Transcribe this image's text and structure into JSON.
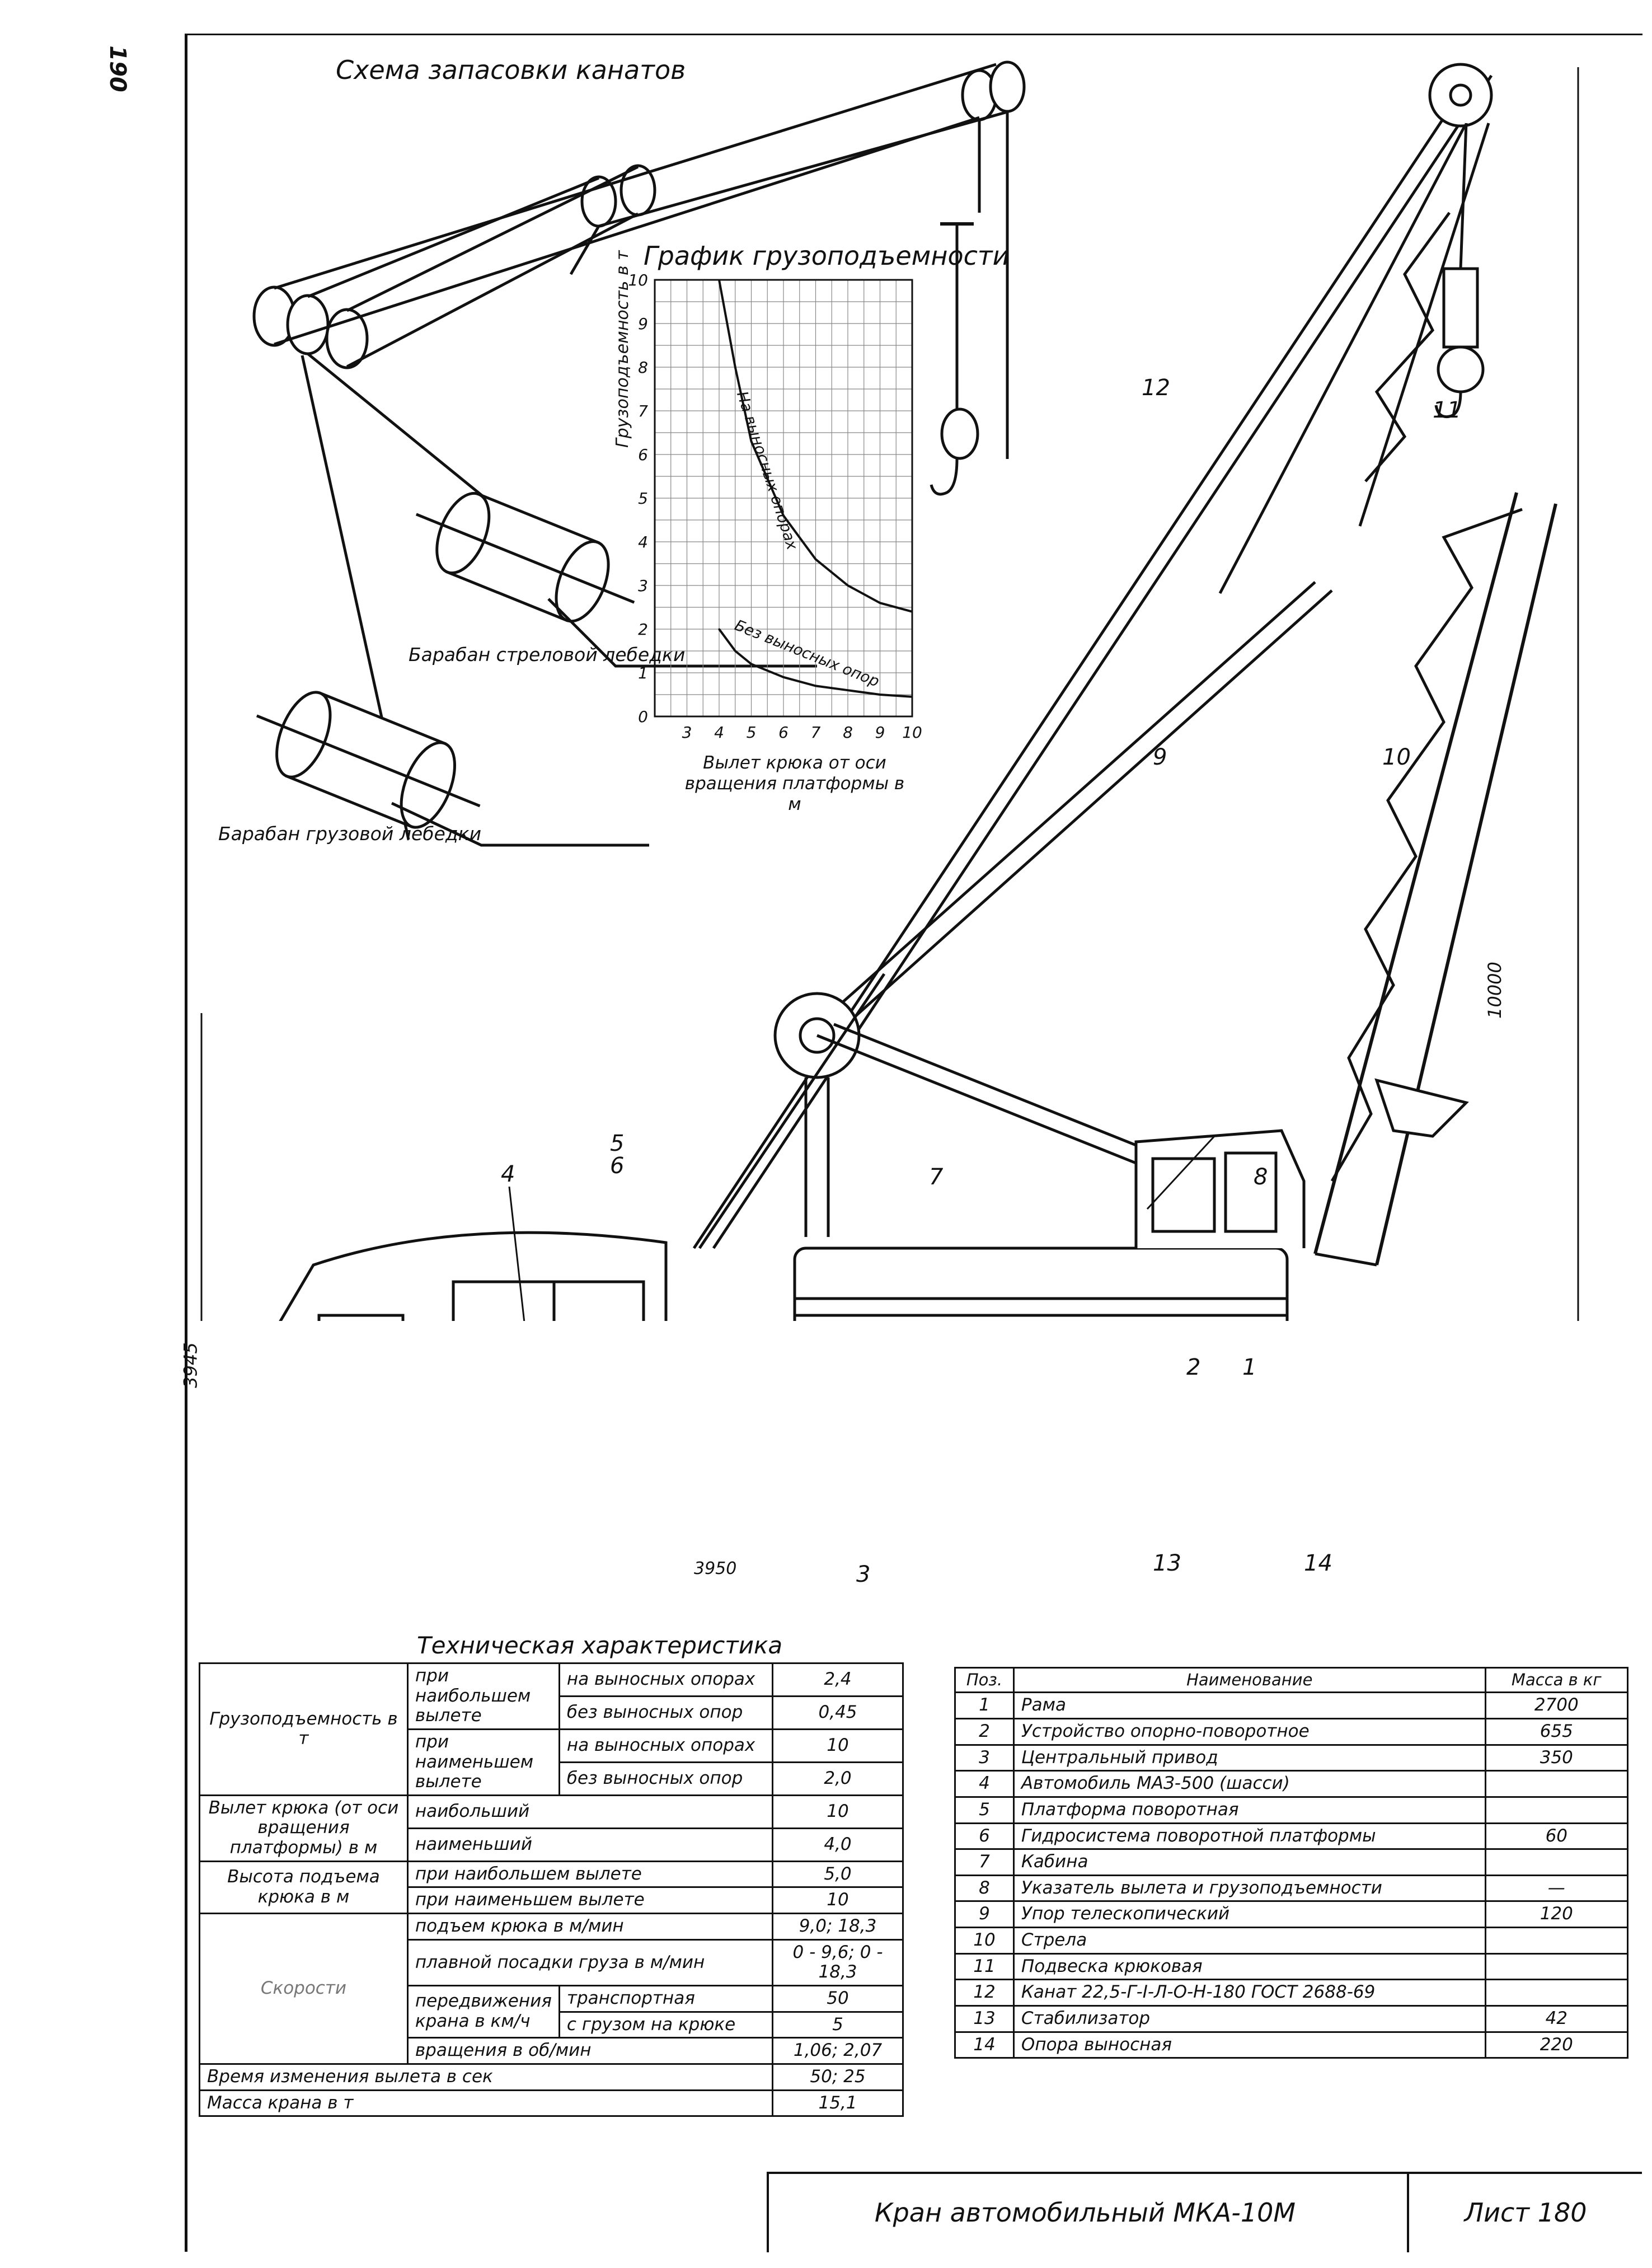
{
  "page_number_rotated": "190",
  "sheet_title": "Кран автомобильный МКА-10М",
  "sheet_label": "Лист 180",
  "reeving": {
    "title": "Схема запасовки канатов",
    "boom_drum_label": "Барабан стреловой лебедки",
    "load_drum_label": "Барабан грузовой лебедки"
  },
  "dimensions": {
    "height_total": "10000",
    "height_truck": "3945",
    "wheelbase": "3950"
  },
  "callouts": {
    "c1": "1",
    "c2": "2",
    "c3": "3",
    "c4": "4",
    "c5": "5",
    "c6": "6",
    "c7": "7",
    "c8": "8",
    "c9": "9",
    "c10": "10",
    "c11": "11",
    "c12": "12",
    "c13": "13",
    "c14": "14"
  },
  "chart_data": {
    "type": "line",
    "title": "График грузоподъемности",
    "xlabel": "Вылет крюка от оси вращения платформы в м",
    "ylabel": "Грузоподъемность в т",
    "xlim": [
      2,
      10
    ],
    "ylim": [
      0,
      10
    ],
    "x_ticks": [
      "3",
      "4",
      "5",
      "6",
      "7",
      "8",
      "9",
      "10"
    ],
    "y_ticks": [
      "0",
      "1",
      "2",
      "3",
      "4",
      "5",
      "6",
      "7",
      "8",
      "9",
      "10"
    ],
    "grid": true,
    "series": [
      {
        "name": "На выносных опорах",
        "x": [
          4.0,
          4.5,
          5.0,
          6.0,
          7.0,
          8.0,
          9.0,
          10.0
        ],
        "y": [
          10.0,
          8.0,
          6.3,
          4.6,
          3.6,
          3.0,
          2.6,
          2.4
        ]
      },
      {
        "name": "Без выносных опор",
        "x": [
          4.0,
          4.5,
          5.0,
          6.0,
          7.0,
          8.0,
          9.0,
          10.0
        ],
        "y": [
          2.0,
          1.5,
          1.2,
          0.9,
          0.7,
          0.6,
          0.5,
          0.45
        ]
      }
    ]
  },
  "tech": {
    "title": "Техническая характеристика",
    "capacity": "Грузоподъемность в т",
    "at_max_reach": "при наибольшем вылете",
    "at_min_reach": "при наименьшем вылете",
    "on_outriggers": "на выносных опорах",
    "without_outriggers": "без выносных опор",
    "v_cap_max_out": "2,4",
    "v_cap_max_noout": "0,45",
    "v_cap_min_out": "10",
    "v_cap_min_noout": "2,0",
    "reach": "Вылет крюка (от оси вращения платформы) в м",
    "max": "наибольший",
    "min": "наименьший",
    "v_reach_max": "10",
    "v_reach_min": "4,0",
    "lift_height": "Высота подъема крюка в м",
    "at_max_reach_2": "при наибольшем вылете",
    "at_min_reach_2": "при наименьшем вылете",
    "v_h_max": "5,0",
    "v_h_min": "10",
    "speeds": "Скорости",
    "hook_lift": "подъем крюка в м/мин",
    "v_hook_lift": "9,0; 18,3",
    "smooth_landing": "плавной посадки груза в м/мин",
    "v_smooth": "0 - 9,6; 0 - 18,3",
    "travel": "передвижения крана в км/ч",
    "transport": "транспортная",
    "with_load": "с грузом на крюке",
    "v_transport": "50",
    "v_with_load": "5",
    "rotation": "вращения в об/мин",
    "v_rotation": "1,06; 2,07",
    "reach_change_time": "Время изменения вылета в сек",
    "v_reach_time": "50; 25",
    "crane_mass": "Масса крана в т",
    "v_mass": "15,1"
  },
  "parts": {
    "h_pos": "Поз.",
    "h_name": "Наименование",
    "h_mass": "Масса в кг",
    "rows": [
      {
        "pos": "1",
        "name": "Рама",
        "mass": "2700"
      },
      {
        "pos": "2",
        "name": "Устройство опорно-поворотное",
        "mass": "655"
      },
      {
        "pos": "3",
        "name": "Центральный привод",
        "mass": "350"
      },
      {
        "pos": "4",
        "name": "Автомобиль МАЗ-500 (шасси)",
        "mass": ""
      },
      {
        "pos": "5",
        "name": "Платформа поворотная",
        "mass": ""
      },
      {
        "pos": "6",
        "name": "Гидросистема поворотной платформы",
        "mass": "60"
      },
      {
        "pos": "7",
        "name": "Кабина",
        "mass": ""
      },
      {
        "pos": "8",
        "name": "Указатель вылета и грузоподъемности",
        "mass": "—"
      },
      {
        "pos": "9",
        "name": "Упор телескопический",
        "mass": "120"
      },
      {
        "pos": "10",
        "name": "Стрела",
        "mass": ""
      },
      {
        "pos": "11",
        "name": "Подвеска крюковая",
        "mass": ""
      },
      {
        "pos": "12",
        "name": "Канат 22,5-Г-I-Л-О-Н-180 ГОСТ 2688-69",
        "mass": ""
      },
      {
        "pos": "13",
        "name": "Стабилизатор",
        "mass": "42"
      },
      {
        "pos": "14",
        "name": "Опора выносная",
        "mass": "220"
      }
    ]
  }
}
